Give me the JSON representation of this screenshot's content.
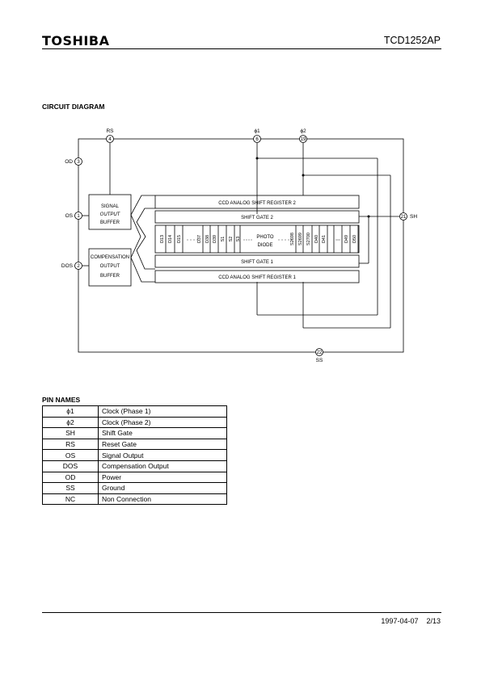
{
  "header": {
    "brand": "TOSHIBA",
    "part_number": "TCD1252AP"
  },
  "circuit": {
    "title": "CIRCUIT DIAGRAM",
    "pins": {
      "rs": {
        "label": "RS",
        "number": "4"
      },
      "phi1": {
        "label": "ϕ1",
        "number": "6"
      },
      "phi2": {
        "label": "ϕ2",
        "number": "19"
      },
      "od": {
        "label": "OD",
        "number": "3"
      },
      "os": {
        "label": "OS",
        "number": "1"
      },
      "dos": {
        "label": "DOS",
        "number": "2"
      },
      "sh": {
        "label": "SH",
        "number": "21"
      },
      "ss": {
        "label": "SS",
        "number": "22"
      }
    },
    "blocks": {
      "signal_buffer": [
        "SIGNAL",
        "OUTPUT",
        "BUFFER"
      ],
      "compensation_buffer": [
        "COMPENSATION",
        "OUTPUT",
        "BUFFER"
      ],
      "ccd_register_2": "CCD ANALOG SHIFT REGISTER 2",
      "shift_gate_2": "SHIFT GATE 2",
      "shift_gate_1": "SHIFT GATE 1",
      "ccd_register_1": "CCD ANALOG SHIFT REGISTER 1",
      "photo_diode": [
        "PHOTO",
        "DIODE"
      ]
    },
    "cells_left": [
      "D13",
      "D14",
      "D15",
      "D37",
      "D38",
      "D39",
      "S1",
      "S2",
      "S3"
    ],
    "cells_right": [
      "S2698",
      "S2699",
      "S2700",
      "D40",
      "D41",
      "D49",
      "D50"
    ]
  },
  "pin_names": {
    "title": "PIN NAMES",
    "rows": [
      {
        "symbol": "ϕ1",
        "name": "Clock (Phase  1)"
      },
      {
        "symbol": "ϕ2",
        "name": "Clock (Phase  2)"
      },
      {
        "symbol": "SH",
        "name": "Shift  Gate"
      },
      {
        "symbol": "RS",
        "name": "Reset  Gate"
      },
      {
        "symbol": "OS",
        "name": "Signal  Output"
      },
      {
        "symbol": "DOS",
        "name": "Compensation  Output"
      },
      {
        "symbol": "OD",
        "name": "Power"
      },
      {
        "symbol": "SS",
        "name": "Ground"
      },
      {
        "symbol": "NC",
        "name": "Non  Connection"
      }
    ]
  },
  "footer": {
    "date": "1997-04-07",
    "page": "2/13"
  }
}
